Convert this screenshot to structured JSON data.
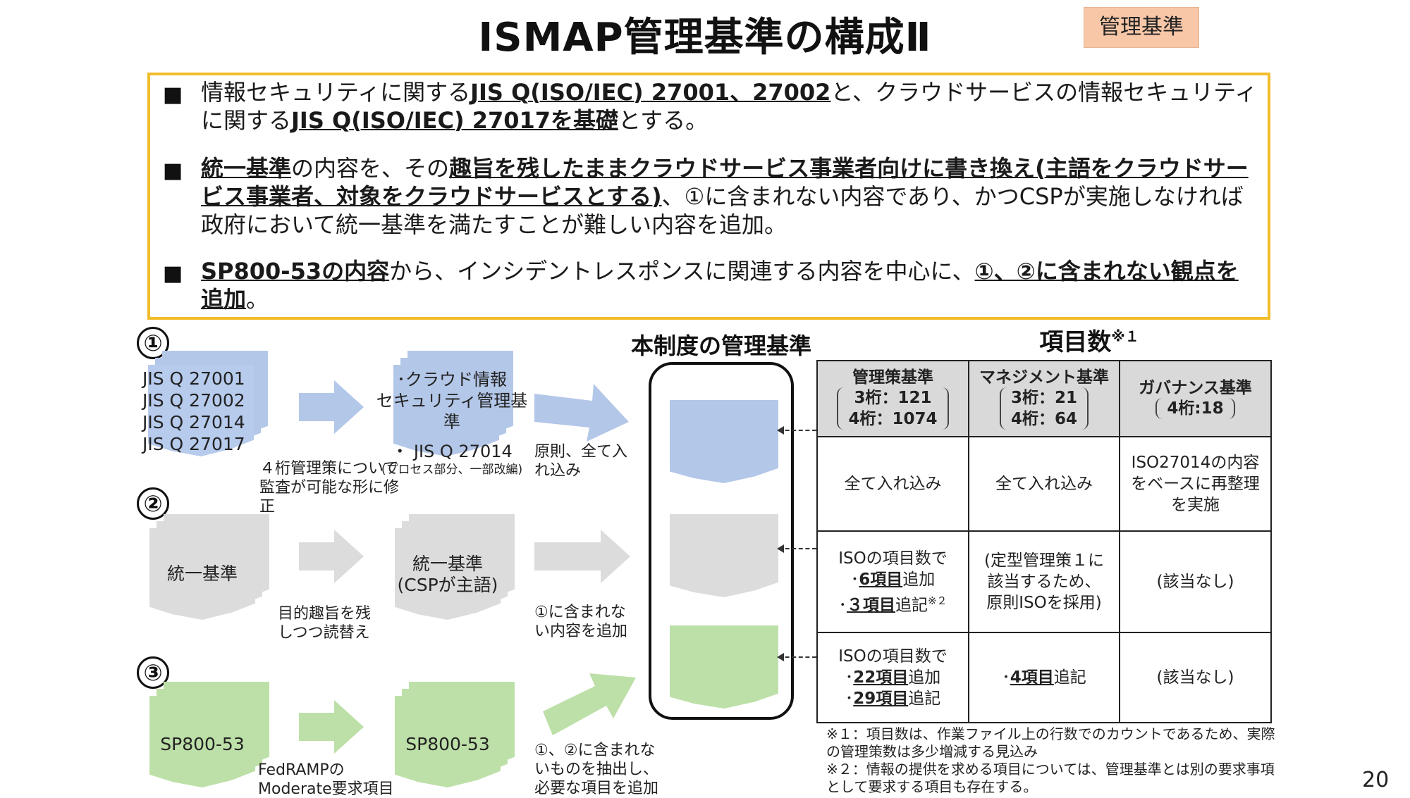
{
  "header": {
    "title": "ISMAP管理基準の構成Ⅱ",
    "badge": "管理基準"
  },
  "summary": {
    "bullet_symbol": "■",
    "b1": {
      "t1": "情報セキュリティに関する",
      "b1": "JIS Q(ISO/IEC) 27001、27002",
      "t2": "と、クラウドサービスの情報セキュリティに関する",
      "b2": "JIS Q(ISO/IEC) 27017を基礎",
      "t3": "とする。"
    },
    "b2": {
      "b1": "統一基準",
      "t1": "の内容を、その",
      "b2": "趣旨を残したままクラウドサービス事業者向けに書き換え(主語をクラウドサービス事業者、対象をクラウドサービスとする)",
      "t2": "、①に含まれない内容であり、かつCSPが実施しなければ政府において統一基準を満たすことが難しい内容を追加。"
    },
    "b3": {
      "b1": "SP800-53の内容",
      "t1": "から、インシデントレスポンスに関連する内容を中心に、",
      "b2": "①、②に含まれない観点を追加",
      "t2": "。"
    }
  },
  "flow": {
    "row1": {
      "num": "①",
      "source_lines": [
        "JIS Q 27001",
        "JIS Q 27002",
        "JIS Q 27014",
        "JIS Q 27017"
      ],
      "mid_line1": "･クラウド情報",
      "mid_line2": "セキュリティ管理基準",
      "mid_line3": "・ JIS Q 27014",
      "mid_line4": "(プロセス部分、一部改編)",
      "note_a": "４桁管理策について監査が可能な形に修正",
      "note_b": "原則、全て入れ込み"
    },
    "row2": {
      "num": "②",
      "source": "統一基準",
      "mid_line1": "統一基準",
      "mid_line2": "(CSPが主語)",
      "note_a": "目的趣旨を残しつつ読替え",
      "note_b": "①に含まれない内容を追加"
    },
    "row3": {
      "num": "③",
      "source": "SP800-53",
      "mid": "SP800-53",
      "note_a": "FedRAMPのModerate要求項目",
      "note_b": "①、②に含まれないものを抽出し、必要な項目を追加"
    },
    "center_title": "本制度の管理基準",
    "colors": {
      "blue": "#b3c7e8",
      "grey": "#dcdcdc",
      "green": "#bde0a8"
    }
  },
  "table": {
    "title": "項目数",
    "title_note": "※１",
    "headers": [
      {
        "name": "管理策基準",
        "sub1": "3桁：121",
        "sub2": "4桁：1074"
      },
      {
        "name": "マネジメント基準",
        "sub1": "3桁：21",
        "sub2": "4桁：64"
      },
      {
        "name": "ガバナンス基準",
        "sub1": "4桁:18"
      }
    ],
    "row1": [
      "全て入れ込み",
      "全て入れ込み",
      "ISO27014の内容をベースに再整理を実施"
    ],
    "row2": {
      "c1_l1": "ISOの項目数で",
      "c1_l2_pre": "･",
      "c1_l2_bold": "6項目",
      "c1_l2_post": "追加",
      "c1_l3_pre": "･",
      "c1_l3_bold": "３項目",
      "c1_l3_post": "追記",
      "c1_l3_note": "※２",
      "c2": "(定型管理策１に該当するため、原則ISOを採用)",
      "c3": "(該当なし)"
    },
    "row3": {
      "c1_l1": "ISOの項目数で",
      "c1_l2_pre": "･",
      "c1_l2_bold": "22項目",
      "c1_l2_post": "追加",
      "c1_l3_pre": "･",
      "c1_l3_bold": "29項目",
      "c1_l3_post": "追記",
      "c2_pre": "･",
      "c2_bold": "4項目",
      "c2_post": "追記",
      "c3": "(該当なし)"
    }
  },
  "footnotes": {
    "n1": "※１：項目数は、作業ファイル上の行数でのカウントであるため、実際の管理策数は多少増減する見込み",
    "n2": "※２：情報の提供を求める項目については、管理基準とは別の要求事項として要求する項目も存在する。"
  },
  "page_number": "20"
}
